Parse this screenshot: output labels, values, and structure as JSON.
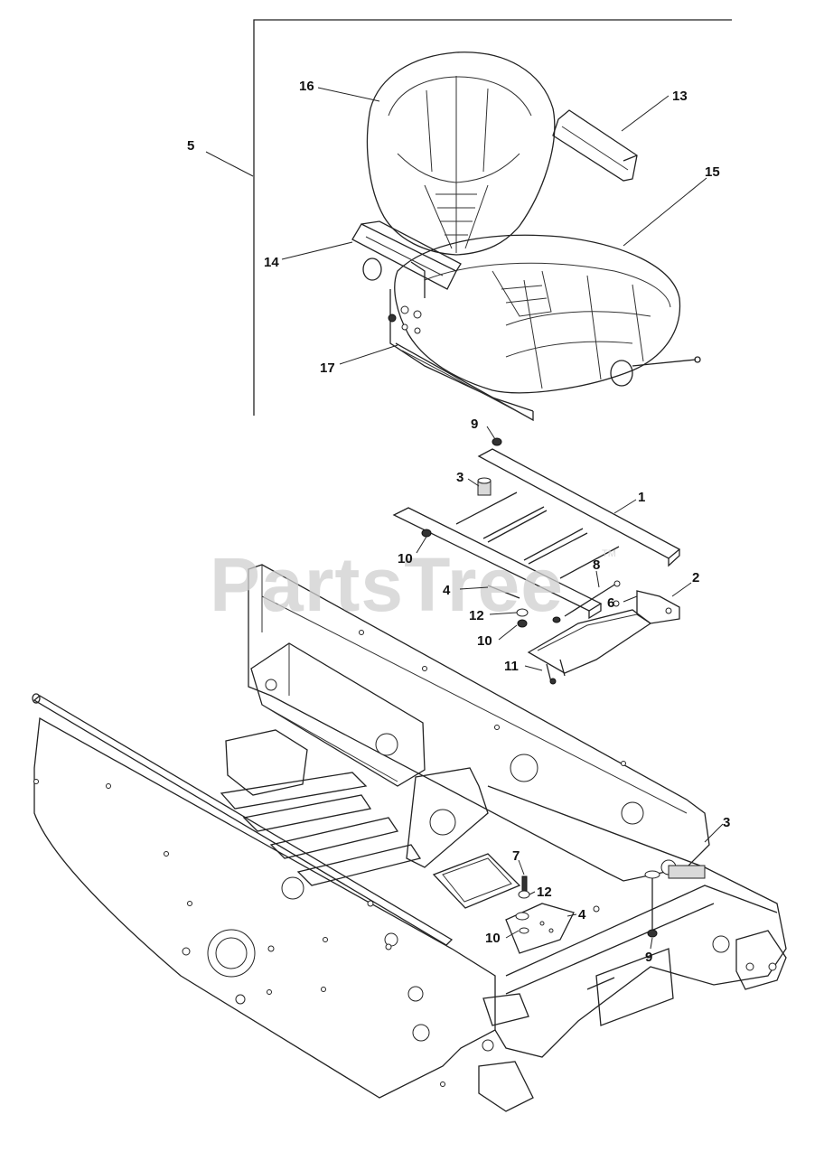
{
  "watermark": {
    "text": "PartsTree",
    "trademark": "TM"
  },
  "callouts": {
    "c5": "5",
    "c16": "16",
    "c13": "13",
    "c15": "15",
    "c14": "14",
    "c17": "17",
    "c9a": "9",
    "c3a": "3",
    "c1": "1",
    "c10a": "10",
    "c8": "8",
    "c2": "2",
    "c4a": "4",
    "c6": "6",
    "c12a": "12",
    "c10b": "10",
    "c11": "11",
    "c3b": "3",
    "c7": "7",
    "c12b": "12",
    "c4b": "4",
    "c10c": "10",
    "c9b": "9"
  }
}
